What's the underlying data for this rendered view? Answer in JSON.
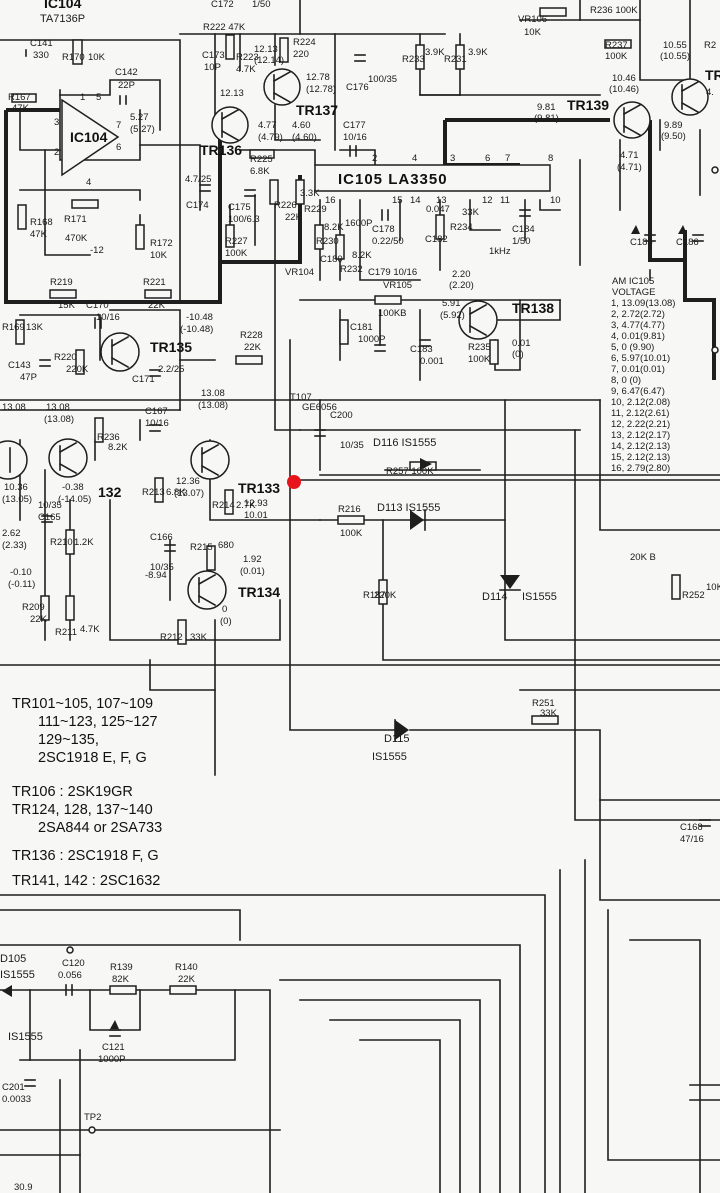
{
  "ic104": {
    "label": "IC104",
    "part": "TA7136P",
    "pins": [
      "3",
      "2",
      "7",
      "6",
      "1",
      "5",
      "4"
    ],
    "supply": "-12",
    "out_voltage": "5.27",
    "out_voltage_alt": "(5.27)"
  },
  "ic105": {
    "label": "IC105 LA3350",
    "pins_top": [
      "2",
      "4",
      "3",
      "6",
      "7",
      "8"
    ],
    "pins_bottom": [
      "16",
      "15",
      "14",
      "13",
      "12",
      "11",
      "10"
    ]
  },
  "components": {
    "c141": "C141",
    "c141_v": "330",
    "r170": "R170",
    "r170_v": "10K",
    "c142": "C142",
    "c142_v": "22P",
    "r167": "R167",
    "r167_v": "47K",
    "r168": "R168",
    "r168_v": "47K",
    "r171": "R171",
    "r171_v": "470K",
    "r172": "R172",
    "r172_v": "10K",
    "c172": "C172",
    "c172_v": "1/50",
    "r222": "R222 47K",
    "c173": "C173",
    "c173_v": "10P",
    "r223": "R223",
    "r223_v": "4.7K",
    "r224": "R224",
    "r224_v": "220",
    "c174": "C174",
    "c174_v": "4.7/25",
    "c175": "C175",
    "c175_v": "100/6.3",
    "r225": "R225",
    "r225_v": "6.8K",
    "r226": "R226",
    "r226_v": "22K",
    "r227": "R227",
    "r227_v": "100K",
    "c176": "C176",
    "c176_v": "100/35",
    "c177": "C177",
    "c177_v": "10/16",
    "r233": "R233",
    "r233_v": "3.9K",
    "r231": "R231",
    "r231_v": "3.9K",
    "vr106": "VR106",
    "vr106_v": "10K",
    "r236": "R236 100K",
    "r237": "R237",
    "r237_v": "100K",
    "r2x": "R2",
    "r230": "R230",
    "r230_v": "8.2K",
    "r232": "R232",
    "r232_v": "8.2K",
    "c180": "C180",
    "c180_v": "1600P",
    "c178": "C178",
    "c178_v": "0.22/50",
    "c179": "C179 10/16",
    "c182": "C182",
    "c182_v": "0.047",
    "r234": "R234",
    "r234_v": "33K",
    "c184": "C184",
    "c184_v": "1/50",
    "r229": "R229",
    "r229_v": "3.3K",
    "vr104": "VR104",
    "c185": "C185",
    "c186": "C186",
    "r219": "R219",
    "r219_v": "15K",
    "r221": "R221",
    "r221_v": "22K",
    "vr105": "VR105",
    "vr105_v": "100KB",
    "c181": "C181",
    "c181_v": "1000P",
    "c183": "C183",
    "c183_v": "0.001",
    "r235": "R235",
    "r235_v": "100K",
    "r169": "R169",
    "r169_v": "13K",
    "c143": "C143",
    "c143_v": "47P",
    "r220": "R220",
    "r220_v": "220K",
    "c170": "C170",
    "c170_v": "10/16",
    "c171": "C171",
    "c171_v": "2.2/25",
    "r228": "R228",
    "r228_v": "22K",
    "t107": "T107",
    "t107_v": "GE6056",
    "c200": "C200",
    "c200_v": "10/35",
    "d116": "D116 IS1555",
    "r257": "R257 100K",
    "r236b": "R236",
    "r236b_v": "8.2K",
    "c167": "C167",
    "c167_v": "10/16",
    "r213": "R213",
    "r213_v": "6.8K",
    "r214": "R214",
    "r214_v": "2.7K",
    "r216": "R216",
    "r216_v": "100K",
    "d113": "D113 IS1555",
    "d114": "D114",
    "d114_v": "IS1555",
    "c166": "C166",
    "c166_v": "10/35",
    "r215": "R215",
    "r215_v": "680",
    "r187": "R187",
    "r187_v": "220K",
    "r210": "R210",
    "r210_v": "1.2K",
    "c165": "C165",
    "c165_v": "10/35",
    "r209": "R209",
    "r209_v": "22K",
    "r211": "R211",
    "r211_v": "4.7K",
    "r212": "R212",
    "r212_v": "33K",
    "r251": "R251",
    "r251_v": "33K",
    "d115": "D115",
    "d115_v": "IS1555",
    "r252": "R252",
    "r252_v": "10K",
    "r_20kb": "20K B",
    "c168": "C168",
    "c168_v": "47/16",
    "d105": "D105",
    "d105_v": "IS1555",
    "c120": "C120",
    "c120_v": "0.056",
    "r139": "R139",
    "r139_v": "82K",
    "r140": "R140",
    "r140_v": "22K",
    "c121": "C121",
    "c121_v": "1000P",
    "c201": "C201",
    "c201_v": "0.0033",
    "tp2": "TP2",
    "d105_side": "IS1555",
    "bottom_v": "30.9"
  },
  "transistors": {
    "tr137": "TR137",
    "tr136": "TR136",
    "tr139": "TR139",
    "tr138": "TR138",
    "tr135": "TR135",
    "tr133": "TR133",
    "tr134": "TR134",
    "tr132": "132",
    "tr_right": "TR"
  },
  "voltages": {
    "v12_13": "12.13",
    "v12_14": "(12.14)",
    "v12_78": "12.78",
    "v12_78b": "(12.78)",
    "v12_13b": "12.13",
    "v4_77": "4.77",
    "v4_79": "(4.79)",
    "v4_60": "4.60",
    "v4_60b": "(4.60)",
    "v10_55": "10.55",
    "v10_55b": "(10.55)",
    "v10_46": "10.46",
    "v10_46b": "(10.46)",
    "v9_81": "9.81",
    "v9_81b": "(9.81)",
    "v9_89": "9.89",
    "v9_50": "(9.50)",
    "v4_71": "4.71",
    "v4_71b": "(4.71)",
    "v4_x": "4.",
    "v2_20": "2.20",
    "v2_20b": "(2.20)",
    "v5_91": "5.91",
    "v5_92": "(5.92)",
    "v0_01": "0.01",
    "v0_01b": "(0)",
    "v1k": "1kHz",
    "vm10_48": "-10.48",
    "vm10_48b": "(-10.48)",
    "v13_08": "13.08",
    "v13_08b": "(13.08)",
    "v13_08c": "13.08",
    "v13_08d": "13.08",
    "v13_08e": "(13.08)",
    "v10_36": "10.36",
    "v13_05": "(13.05)",
    "vm0_38": "-0.38",
    "vm14_05": "(-14.05)",
    "v12_36": "12.36",
    "v13_07": "(13.07)",
    "v12_93": "12.93",
    "v10_01": "10.01",
    "v2_62": "2.62",
    "v2_33": "(2.33)",
    "vm0_10": "-0.10",
    "vm0_11": "(-0.11)",
    "vm8_94": "-8.94",
    "v1_92": "1.92",
    "v0_01c": "(0.01)",
    "v_0": "0",
    "v_00": "(0)"
  },
  "am_voltage_table": {
    "title_1": "AM IC105",
    "title_2": "VOLTAGE",
    "rows": [
      "1, 13.09(13.08)",
      "2, 2.72(2.72)",
      "3, 4.77(4.77)",
      "4, 0.01(9.81)",
      "5, 0 (9.90)",
      "6, 5.97(10.01)",
      "7, 0.01(0.01)",
      "8, 0 (0)",
      "9, 6.47(6.47)",
      "10, 2.12(2.08)",
      "11, 2.12(2.61)",
      "12, 2.22(2.21)",
      "13, 2.12(2.17)",
      "14, 2.12(2.13)",
      "15, 2.12(2.13)",
      "16, 2.79(2.80)"
    ]
  },
  "parts_notes": [
    "TR101~105, 107~109",
    "111~123, 125~127",
    "129~135,",
    "2SC1918 E, F, G",
    "TR106 : 2SK19GR",
    "TR124, 128, 137~140",
    "2SA844 or 2SA733",
    "TR136 : 2SC1918 F, G",
    "TR141, 142 : 2SC1632"
  ],
  "colors": {
    "ink": "#1e1e1e",
    "paper": "#f7f7f5",
    "marker": "#e8141c"
  }
}
